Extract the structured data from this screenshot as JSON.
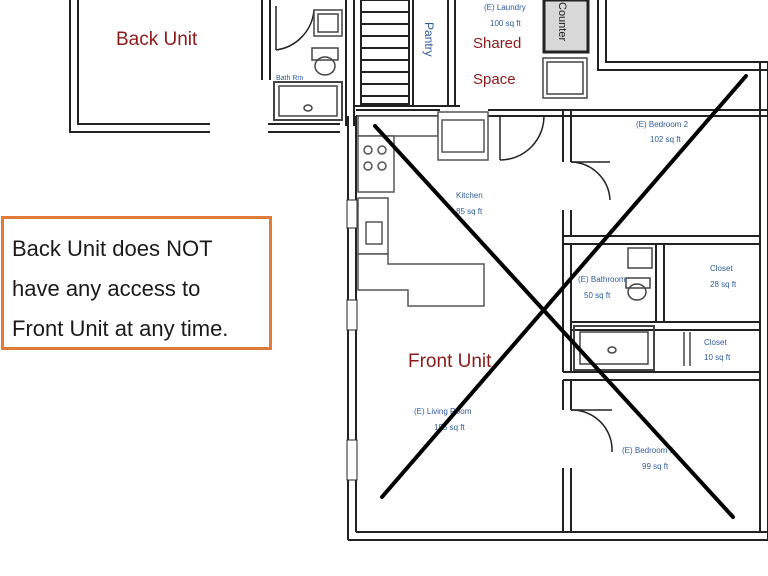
{
  "units": {
    "back": "Back Unit",
    "front": "Front Unit",
    "shared_line1": "Shared",
    "shared_line2": "Space"
  },
  "rooms": {
    "pantry": "Pantry",
    "counter": "Counter",
    "laundry_name": "(E) Laundry",
    "laundry_area": "100 sq ft",
    "bedroom2_name": "(E) Bedroom 2",
    "bedroom2_area": "102 sq ft",
    "kitchen_name": "Kitchen",
    "kitchen_area": "85 sq ft",
    "bath_name": "(E) Bathroom",
    "bath_area": "50 sq ft",
    "closet1_name": "Closet",
    "closet1_area": "28 sq ft",
    "closet2_name": "Closet",
    "closet2_area": "10 sq ft",
    "living_name": "(E) Living Room",
    "living_area": "195 sq ft",
    "bedroom1_name": "(E) Bedroom 1",
    "bedroom1_area": "99 sq ft",
    "back_bath": "Bath Rm"
  },
  "callout": {
    "line1": "Back Unit does NOT",
    "line2": "have any access to",
    "line3": "Front Unit at any time."
  },
  "colors": {
    "wall": "#222222",
    "unit_label": "#8b1a1a",
    "room_label": "#2f5b9a",
    "callout_border": "#e07b39",
    "cross": "#000000"
  }
}
